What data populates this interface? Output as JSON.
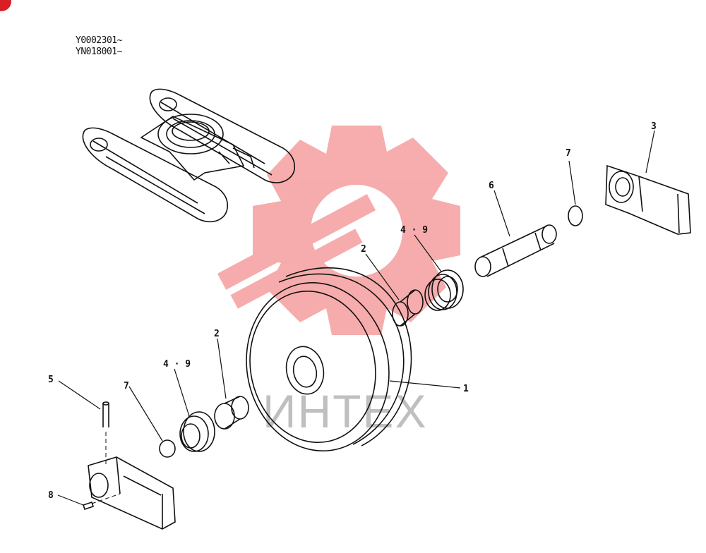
{
  "header": {
    "serial_1": "Y0002301~",
    "serial_2": "YN018001~"
  },
  "watermark": {
    "text": "ИНТЕХ",
    "color": "#f06a6a"
  },
  "callouts": {
    "idler": "1",
    "bushing_upper": "2",
    "bushing_lower": "2",
    "support_right": "3",
    "seal_upper": "4 · 9",
    "seal_lower": "4 · 9",
    "pin": "5",
    "shaft": "6",
    "oring_upper": "7",
    "oring_lower": "7",
    "bolt": "8"
  }
}
